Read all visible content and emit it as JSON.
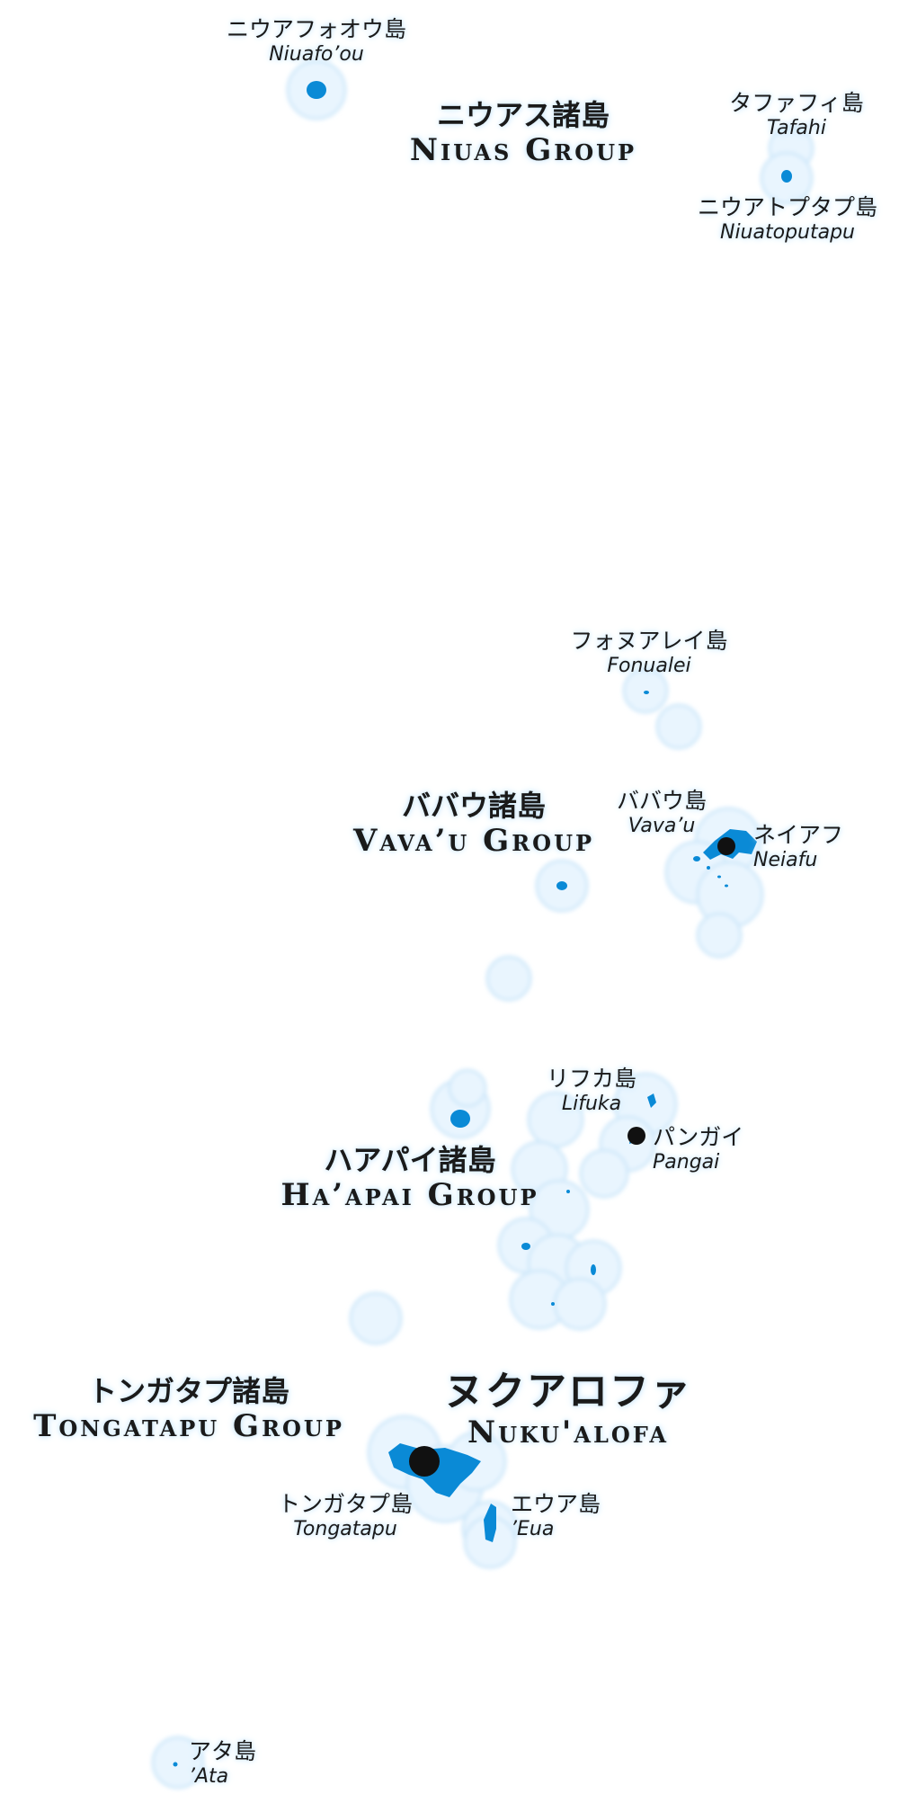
{
  "colors": {
    "land": "#0a8ad6",
    "halo": "#e9f5fe",
    "halo_edge": "#cfe8fa",
    "town": "#111111"
  },
  "groups": {
    "niuas": {
      "ja": "ニウアス諸島",
      "en": "Niuas Group"
    },
    "vavau": {
      "ja": "ババウ諸島",
      "en": "Vava’u Group"
    },
    "haapai": {
      "ja": "ハアパイ諸島",
      "en": "Ha’apai Group"
    },
    "tongatapu": {
      "ja": "トンガタプ諸島",
      "en": "Tongatapu Group"
    }
  },
  "islands": {
    "niuafoou": {
      "ja": "ニウアフォオウ島",
      "en": "Niuafo’ou"
    },
    "tafahi": {
      "ja": "タファフィ島",
      "en": "Tafahi"
    },
    "niuatoputapu": {
      "ja": "ニウアトプタプ島",
      "en": "Niuatoputapu"
    },
    "fonualei": {
      "ja": "フォヌアレイ島",
      "en": "Fonualei"
    },
    "vavau": {
      "ja": "ババウ島",
      "en": "Vava’u"
    },
    "lifuka": {
      "ja": "リフカ島",
      "en": "Lifuka"
    },
    "tongatapu": {
      "ja": "トンガタプ島",
      "en": "Tongatapu"
    },
    "eua": {
      "ja": "エウア島",
      "en": "’Eua"
    },
    "ata": {
      "ja": "アタ島",
      "en": "’Ata"
    }
  },
  "towns": {
    "neiafu": {
      "ja": "ネイアフ",
      "en": "Neiafu"
    },
    "pangai": {
      "ja": "パンガイ",
      "en": "Pangai"
    }
  },
  "capital": {
    "ja": "ヌクアロファ",
    "en": "Nuku'alofa"
  }
}
